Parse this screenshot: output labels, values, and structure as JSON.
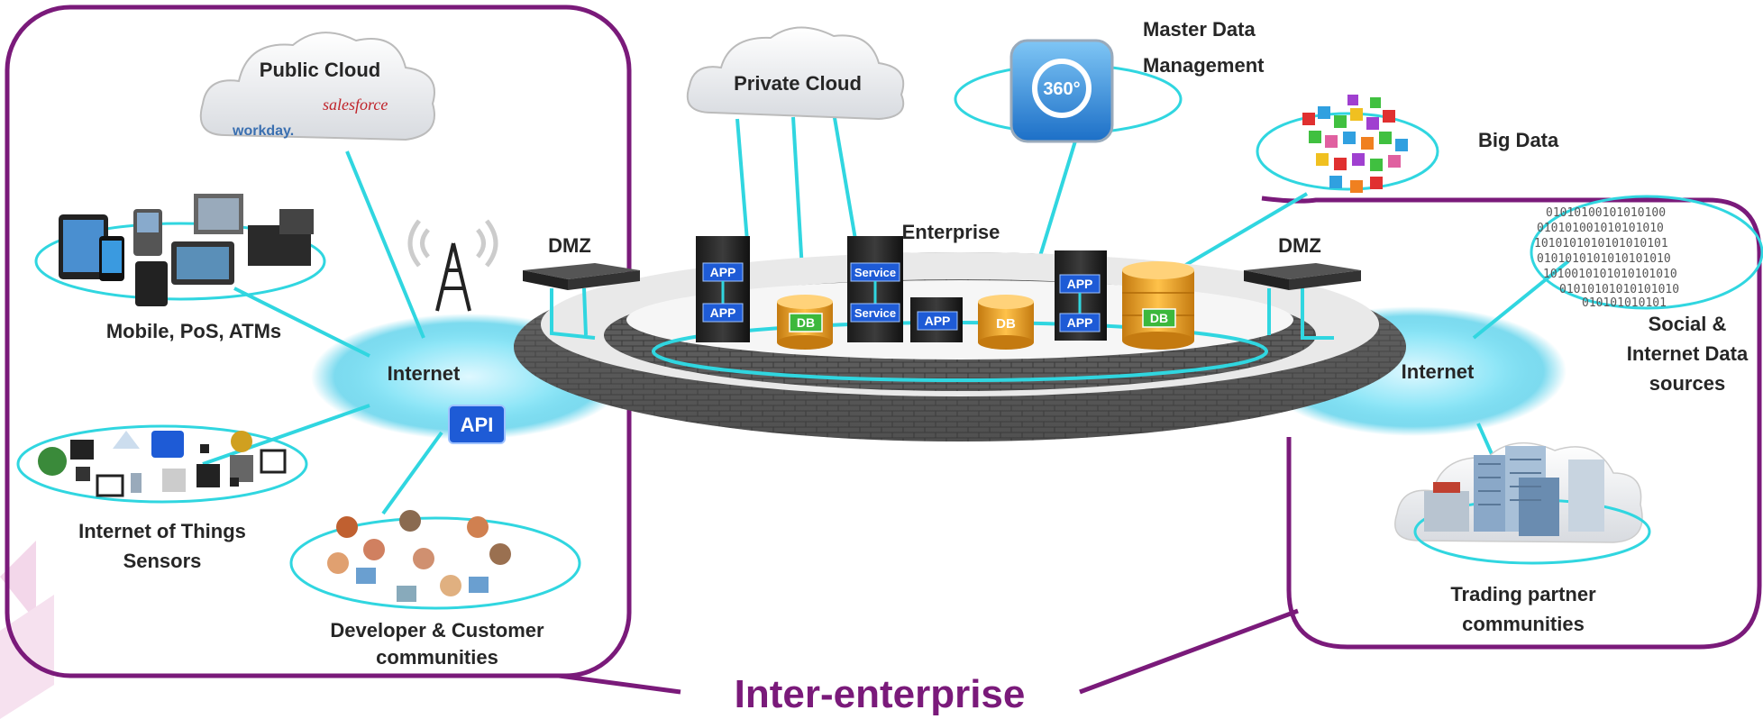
{
  "labels": {
    "public_cloud": "Public Cloud",
    "workday": "workday.",
    "salesforce": "salesforce",
    "private_cloud": "Private Cloud",
    "mdm_line1": "Master Data",
    "mdm_line2": "Management",
    "mdm_badge": "360°",
    "big_data": "Big Data",
    "dmz_left": "DMZ",
    "dmz_right": "DMZ",
    "enterprise": "Enterprise",
    "mobile": "Mobile, PoS, ATMs",
    "internet_left": "Internet",
    "internet_right": "Internet",
    "api": "API",
    "iot_line1": "Internet of Things",
    "iot_line2": "Sensors",
    "dev_line1": "Developer & Customer",
    "dev_line2": "communities",
    "social_line1": "Social &",
    "social_line2": "Internet Data",
    "social_line3": "sources",
    "trading_line1": "Trading partner",
    "trading_line2": "communities",
    "inter_enterprise": "Inter-enterprise"
  },
  "chips": {
    "app": "APP",
    "service": "Service",
    "db": "DB"
  },
  "binary_lines": [
    "01010100101010100",
    "010101001010101010",
    "1010101010101010101",
    "0101010101010101010",
    "1010010101010101010",
    "01010101010101010",
    "010101010101"
  ],
  "colors": {
    "border_purple": "#7a1a7a",
    "link_cyan": "#30d6e0",
    "chip_blue": "#1e5bd6",
    "db_orange": "#f0a020",
    "db_green": "#3cb83c",
    "title_purple": "#7a1a7a"
  }
}
